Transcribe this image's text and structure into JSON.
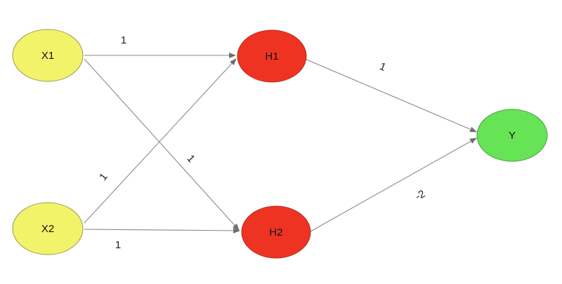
{
  "colors": {
    "input_fill": "#f3f36a",
    "hidden_fill": "#ee3322",
    "output_fill": "#66e455",
    "node_stroke": "#9a9a55",
    "edge": "#8a8a8a"
  },
  "nodes": {
    "x1": {
      "label": "X1"
    },
    "x2": {
      "label": "X2"
    },
    "h1": {
      "label": "H1"
    },
    "h2": {
      "label": "H2"
    },
    "y": {
      "label": "Y"
    }
  },
  "edges": [
    {
      "from": "X1",
      "to": "H1",
      "weight": "1"
    },
    {
      "from": "X1",
      "to": "H2",
      "weight": "1"
    },
    {
      "from": "X2",
      "to": "H1",
      "weight": "1"
    },
    {
      "from": "X2",
      "to": "H2",
      "weight": "1"
    },
    {
      "from": "H1",
      "to": "Y",
      "weight": "1"
    },
    {
      "from": "H2",
      "to": "Y",
      "weight": "-2"
    }
  ]
}
